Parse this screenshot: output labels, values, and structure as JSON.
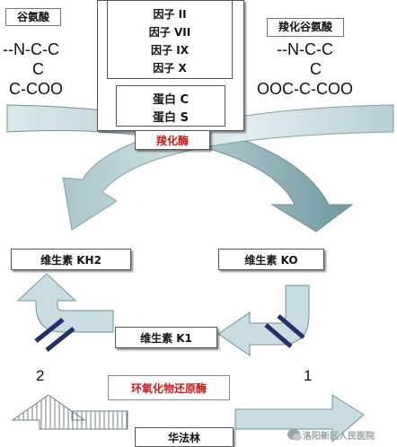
{
  "left_compound": {
    "label": "谷氨酸",
    "lines": [
      "--N-C-C",
      "C",
      "C-COO"
    ]
  },
  "right_compound": {
    "label": "羧化谷氨酸",
    "lines": [
      "--N-C-C",
      "C",
      "OOC-C-COO"
    ]
  },
  "factors": [
    "因子 II",
    "因子 VII",
    "因子 IX",
    "因子 X"
  ],
  "proteins": [
    "蛋白 C",
    "蛋白 S"
  ],
  "enzyme_carboxylase": "羧化酶",
  "vit_kh2": "维生素 KH2",
  "vit_ko": "维生素 KO",
  "vit_k1": "维生素 K1",
  "step_left": "2",
  "step_right": "1",
  "enzyme_reductase": "环氧化物还原酶",
  "drug": "华法林",
  "watermark": "洛阳新区人民医院",
  "colors": {
    "arrow_fill": "#c8dde2",
    "arrow_dark": "#8fb2b9",
    "bar": "#25306b",
    "red_text": "#d01818"
  }
}
